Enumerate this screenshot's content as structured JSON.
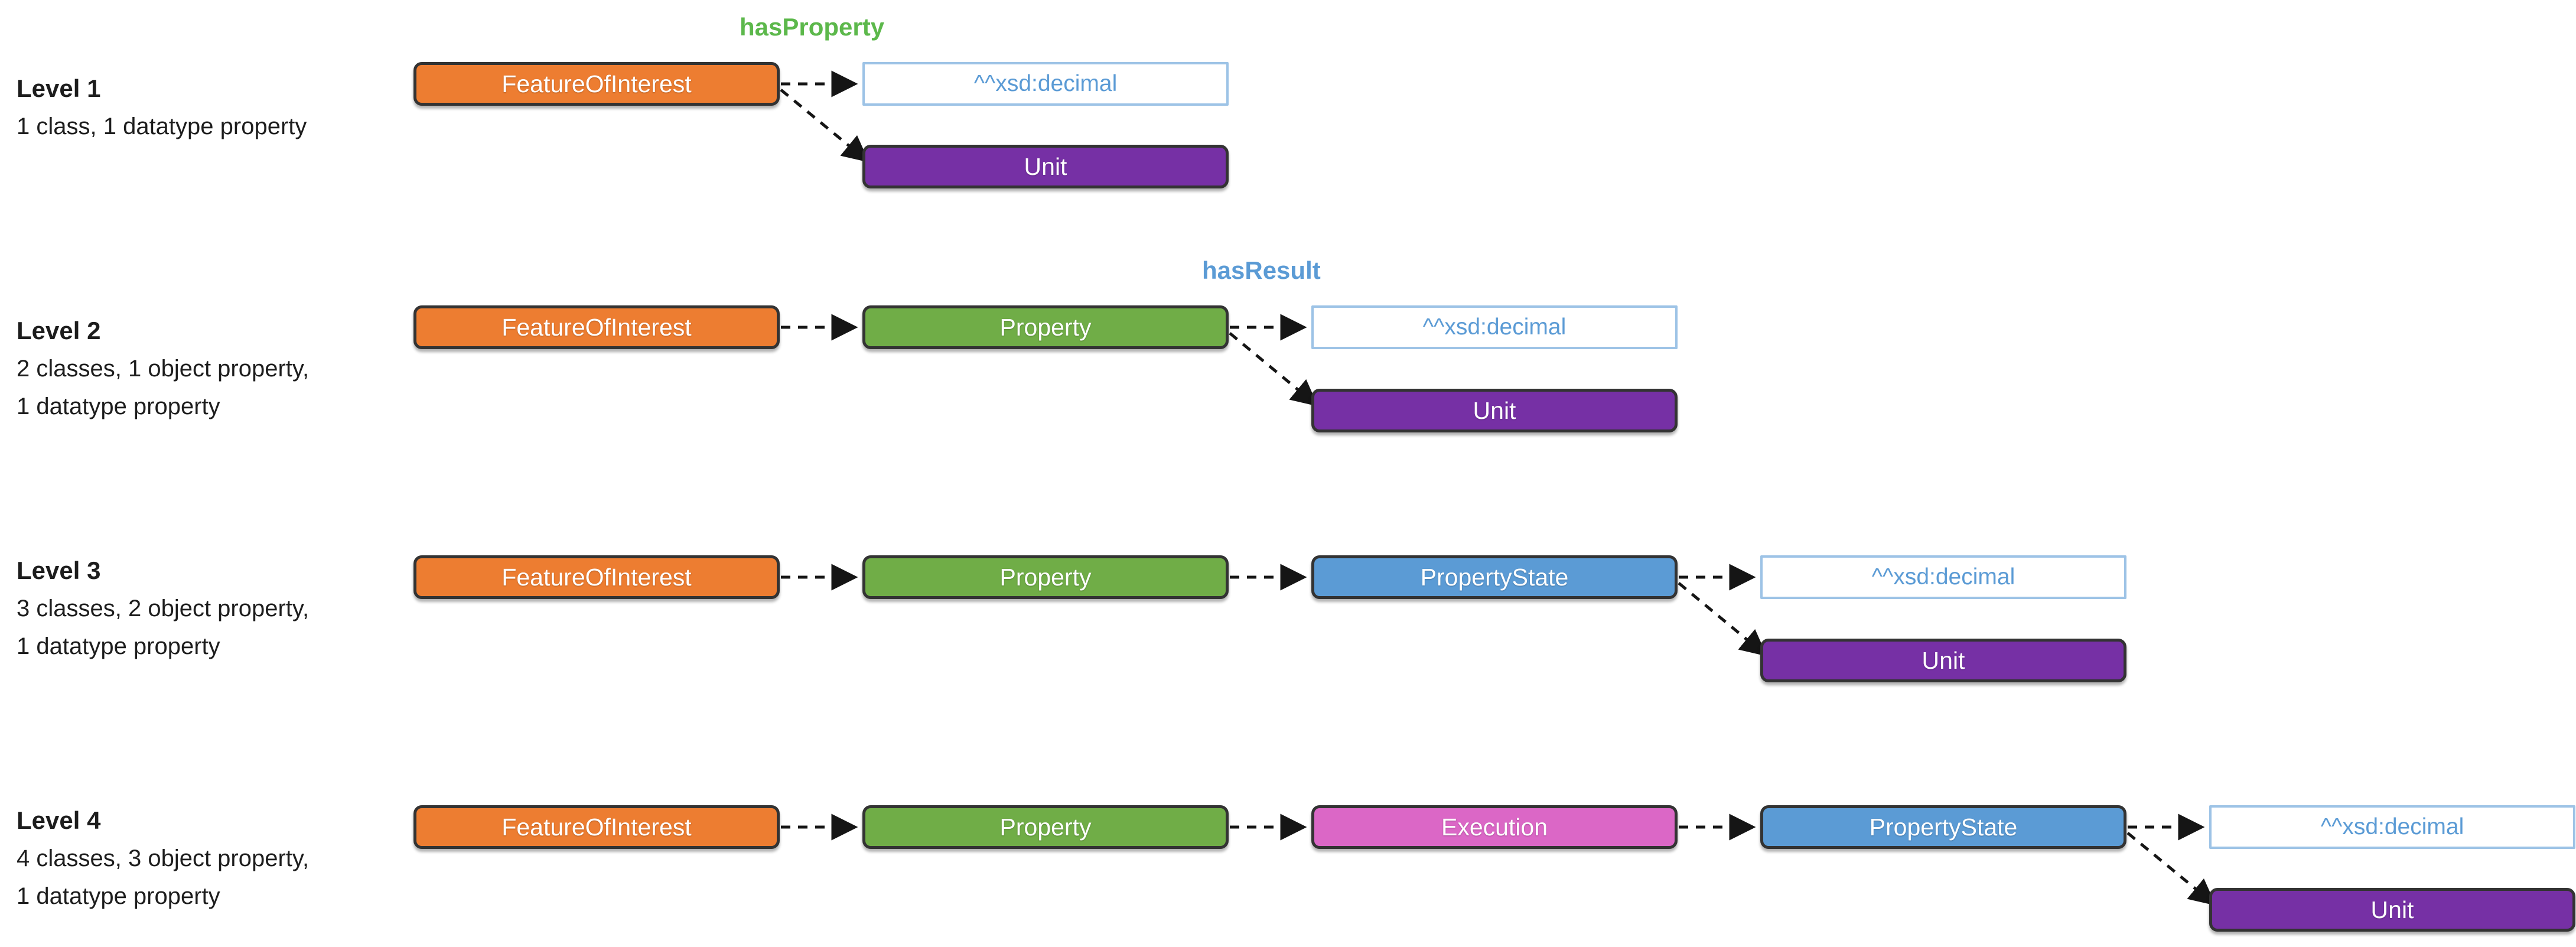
{
  "colors": {
    "class_orange": "#ED7D31",
    "class_green": "#70AD47",
    "class_blue": "#5B9BD5",
    "class_pink": "#DB67C6",
    "class_purple": "#7630A5",
    "outline_dark": "#333333",
    "datatype_border": "#9DC3E6",
    "datatype_text": "#5B9BD5",
    "edge_label_green": "#5CB84B",
    "edge_label_blue": "#5B9BD5",
    "arrow_black": "#151515"
  },
  "levels": [
    {
      "title": "Level 1",
      "description": [
        "1 class, 1 datatype property"
      ],
      "edge_label": "hasProperty",
      "classes": [
        "FeatureOfInterest"
      ],
      "datatype_node": "^^xsd:decimal",
      "unit_node": "Unit"
    },
    {
      "title": "Level 2",
      "description": [
        "2 classes, 1 object property,",
        "1 datatype property"
      ],
      "edge_label": "hasResult",
      "classes": [
        "FeatureOfInterest",
        "Property"
      ],
      "datatype_node": "^^xsd:decimal",
      "unit_node": "Unit"
    },
    {
      "title": "Level 3",
      "description": [
        "3 classes, 2 object property,",
        "1 datatype property"
      ],
      "classes": [
        "FeatureOfInterest",
        "Property",
        "PropertyState"
      ],
      "datatype_node": "^^xsd:decimal",
      "unit_node": "Unit"
    },
    {
      "title": "Level 4",
      "description": [
        "4 classes, 3 object property,",
        "1 datatype property"
      ],
      "classes": [
        "FeatureOfInterest",
        "Property",
        "Execution",
        "PropertyState"
      ],
      "datatype_node": "^^xsd:decimal",
      "unit_node": "Unit"
    }
  ]
}
